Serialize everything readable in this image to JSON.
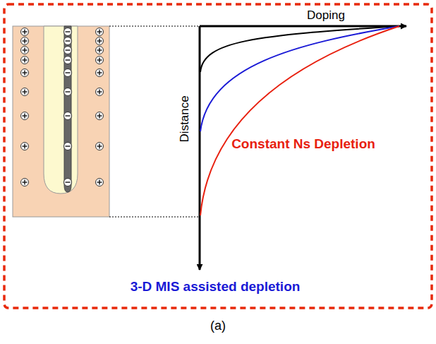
{
  "diagram": {
    "caption": "(a)",
    "labels": [
      "Doping",
      "Distance",
      "Constant Ns Depletion",
      "3-D MIS assisted depletion"
    ]
  }
}
